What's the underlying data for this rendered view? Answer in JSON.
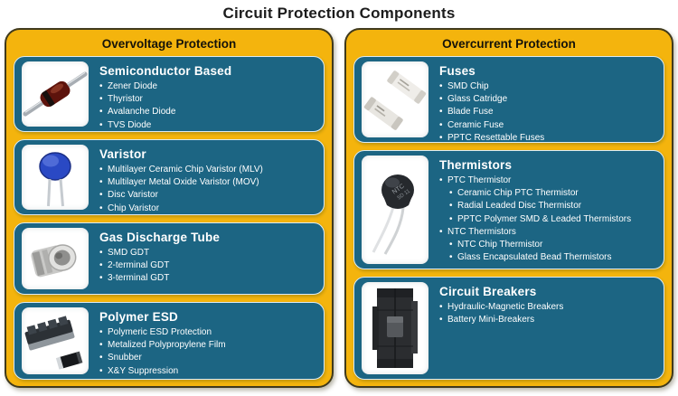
{
  "title": "Circuit Protection Components",
  "icons": {
    "bullet": "•"
  },
  "colors": {
    "panel_yellow": "#F4B40D",
    "panel_border": "#403A1C",
    "card_teal": "#1C6583",
    "card_border_light": "#DCEBF2",
    "text_white": "#FFFFFF",
    "title_black": "#1C1C1C"
  },
  "panels": [
    {
      "header": "Overvoltage Protection",
      "cards": [
        {
          "title": "Semiconductor Based",
          "image": "diode-photo",
          "items": [
            {
              "text": "Zener Diode",
              "level": 0
            },
            {
              "text": "Thyristor",
              "level": 0
            },
            {
              "text": "Avalanche Diode",
              "level": 0
            },
            {
              "text": "TVS Diode",
              "level": 0
            }
          ]
        },
        {
          "title": "Varistor",
          "image": "varistor-photo",
          "items": [
            {
              "text": "Multilayer Ceramic Chip Varistor (MLV)",
              "level": 0
            },
            {
              "text": "Multilayer Metal Oxide Varistor (MOV)",
              "level": 0
            },
            {
              "text": "Disc Varistor",
              "level": 0
            },
            {
              "text": "Chip Varistor",
              "level": 0
            }
          ]
        },
        {
          "title": "Gas Discharge Tube",
          "image": "gas-discharge-tube-photo",
          "items": [
            {
              "text": "SMD GDT",
              "level": 0
            },
            {
              "text": "2-terminal GDT",
              "level": 0
            },
            {
              "text": "3-terminal GDT",
              "level": 0
            }
          ]
        },
        {
          "title": "Polymer ESD",
          "image": "polymer-esd-photo",
          "items": [
            {
              "text": "Polymeric ESD Protection",
              "level": 0
            },
            {
              "text": "Metalized Polypropylene Film",
              "level": 0
            },
            {
              "text": "Snubber",
              "level": 0
            },
            {
              "text": "X&Y Suppression",
              "level": 0
            }
          ]
        }
      ]
    },
    {
      "header": "Overcurrent Protection",
      "cards": [
        {
          "title": "Fuses",
          "image": "fuses-photo",
          "items": [
            {
              "text": "SMD Chip",
              "level": 0
            },
            {
              "text": "Glass Catridge",
              "level": 0
            },
            {
              "text": "Blade Fuse",
              "level": 0
            },
            {
              "text": "Ceramic Fuse",
              "level": 0
            },
            {
              "text": "PPTC Resettable Fuses",
              "level": 0
            }
          ]
        },
        {
          "title": "Thermistors",
          "image": "thermistor-photo",
          "items": [
            {
              "text": "PTC Thermistor",
              "level": 0
            },
            {
              "text": "Ceramic Chip PTC Thermistor",
              "level": 1
            },
            {
              "text": "Radial Leaded Disc Thermistor",
              "level": 1
            },
            {
              "text": "PPTC Polymer SMD & Leaded Thermistors",
              "level": 1
            },
            {
              "text": "NTC Thermistors",
              "level": 0
            },
            {
              "text": "NTC Chip Thermistor",
              "level": 1
            },
            {
              "text": "Glass Encapsulated Bead Thermistors",
              "level": 1
            }
          ]
        },
        {
          "title": "Circuit Breakers",
          "image": "circuit-breaker-photo",
          "items": [
            {
              "text": "Hydraulic-Magnetic Breakers",
              "level": 0
            },
            {
              "text": "Battery Mini-Breakers",
              "level": 0
            }
          ]
        }
      ]
    }
  ]
}
